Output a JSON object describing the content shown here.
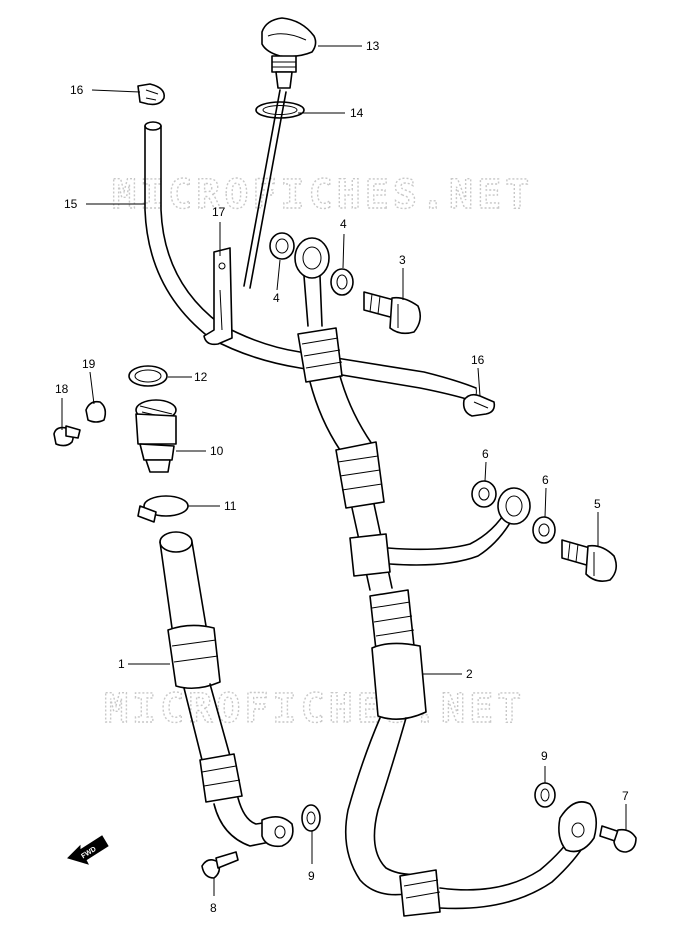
{
  "watermark": "MICROFICHES.NET",
  "fwd_label": "FWD",
  "callouts": [
    "1",
    "2",
    "3",
    "4",
    "4",
    "5",
    "6",
    "6",
    "7",
    "8",
    "9",
    "9",
    "10",
    "11",
    "12",
    "13",
    "14",
    "15",
    "16",
    "16",
    "17",
    "18",
    "19"
  ]
}
